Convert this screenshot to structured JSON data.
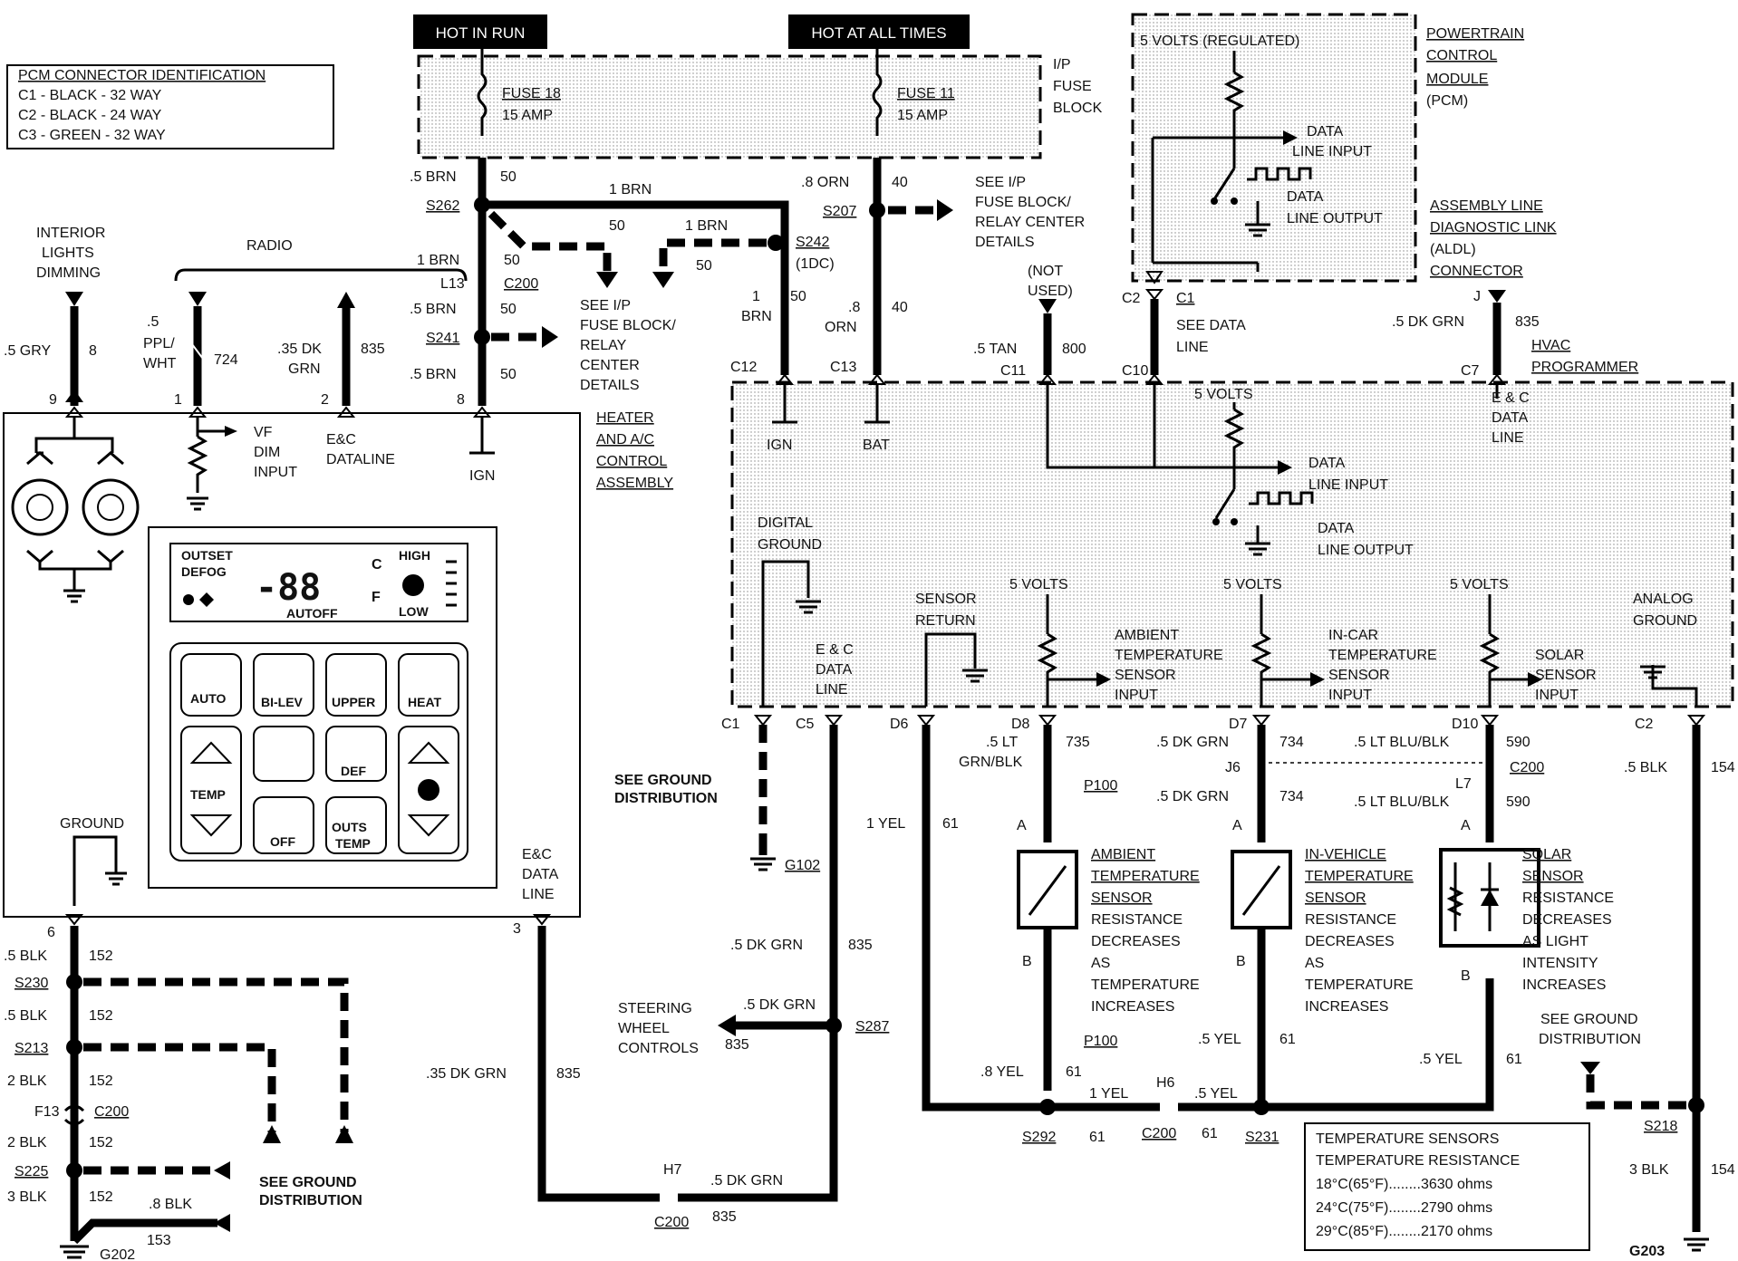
{
  "headers": {
    "hot_in_run": "HOT IN RUN",
    "hot_at_all_times": "HOT AT ALL TIMES"
  },
  "pcm_id": {
    "title": "PCM CONNECTOR IDENTIFICATION",
    "c1": "C1 - BLACK - 32 WAY",
    "c2": "C2 - BLACK - 24 WAY",
    "c3": "C3 - GREEN - 32 WAY"
  },
  "fuse_block": {
    "l1": "I/P",
    "l2": "FUSE",
    "l3": "BLOCK",
    "fuse18_name": "FUSE 18",
    "fuse18_amp": "15 AMP",
    "fuse11_name": "FUSE 11",
    "fuse11_amp": "15 AMP"
  },
  "pcm": {
    "volts": "5 VOLTS (REGULATED)",
    "title1": "POWERTRAIN",
    "title2": "CONTROL",
    "title3": "MODULE",
    "title4": "(PCM)",
    "dli1": "DATA",
    "dli2": "LINE INPUT",
    "dlo1": "DATA",
    "dlo2": "LINE OUTPUT"
  },
  "aldl": {
    "l1": "ASSEMBLY LINE",
    "l2": "DIAGNOSTIC LINK",
    "l3": "(ALDL)",
    "l4": "CONNECTOR"
  },
  "labels": {
    "interior1": "INTERIOR",
    "interior2": "LIGHTS",
    "interior3": "DIMMING",
    "radio": "RADIO",
    "gry": ".5 GRY",
    "n8": "8",
    "ppl1": ".5",
    "ppl2": "PPL/",
    "ppl3": "WHT",
    "n724": "724",
    "dkgrn1": ".35 DK",
    "dkgrn2": "GRN",
    "n835": "835",
    "pin9": "9",
    "pin1": "1",
    "pin2": "2",
    "pin8": "8",
    "vf1": "VF",
    "vf2": "DIM",
    "vf3": "INPUT",
    "ec_dataline1": "E&C",
    "ec_dataline2": "DATALINE",
    "ign": "IGN",
    "brn05": ".5 BRN",
    "n50": "50",
    "s262": "S262",
    "brn1": "1 BRN",
    "l13": "L13",
    "c200": "C200",
    "s241": "S241",
    "s242": "S242",
    "s242b": "(1DC)",
    "brn_1": "1",
    "brn_b": "BRN",
    "see_ip1": "SEE I/P",
    "see_ip2": "FUSE BLOCK/",
    "see_ip3": "RELAY",
    "see_ip4": "CENTER",
    "see_ip5": "DETAILS",
    "heater1": "HEATER",
    "heater2": "AND A/C",
    "heater3": "CONTROL",
    "heater4": "ASSEMBLY",
    "orn08": ".8 ORN",
    "n40": "40",
    "s207": "S207",
    "orn_8": ".8",
    "orn_b": "ORN",
    "c12": "C12",
    "c13": "C13",
    "see_ip_r1": "SEE I/P",
    "see_ip_r2": "FUSE BLOCK/",
    "see_ip_r3": "RELAY CENTER",
    "see_ip_r4": "DETAILS",
    "not_used1": "(NOT",
    "not_used2": "USED)",
    "tan": ".5 TAN",
    "n800": "800",
    "c11": "C11",
    "c2": "C2",
    "c1": "C1",
    "c10": "C10",
    "see_data1": "SEE DATA",
    "see_data2": "LINE",
    "j": "J",
    "dkgrn05": ".5 DK GRN",
    "c7": "C7",
    "hvac1": "HVAC",
    "hvac2": "PROGRAMMER",
    "five_volts": "5 VOLTS",
    "ec_data1": "E & C",
    "ec_data2": "DATA",
    "ec_data3": "LINE",
    "bat": "BAT",
    "digital1": "DIGITAL",
    "digital2": "GROUND",
    "sensor_ret1": "SENSOR",
    "sensor_ret2": "RETURN",
    "amb_in1": "AMBIENT",
    "amb_in2": "TEMPERATURE",
    "amb_in3": "SENSOR",
    "amb_in4": "INPUT",
    "incar_in1": "IN-CAR",
    "incar_in2": "TEMPERATURE",
    "incar_in3": "SENSOR",
    "incar_in4": "INPUT",
    "solar_in1": "SOLAR",
    "solar_in2": "SENSOR",
    "solar_in3": "INPUT",
    "analog1": "ANALOG",
    "analog2": "GROUND",
    "pc1": "C1",
    "pc5": "C5",
    "pd6": "D6",
    "pd8": "D8",
    "pd7": "D7",
    "pd10": "D10",
    "pc2": "C2",
    "ltgrn1": ".5 LT",
    "ltgrn2": "GRN/BLK",
    "n735": "735",
    "p100": "P100",
    "pa": "A",
    "pb": "B",
    "dkgrn734": ".5 DK GRN",
    "n734": "734",
    "j6": "J6",
    "ltblu": ".5 LT BLU/BLK",
    "n590": "590",
    "l7": "L7",
    "blk05": ".5 BLK",
    "n154": "154",
    "see_gnd1": "SEE GROUND",
    "see_gnd2": "DISTRIBUTION",
    "g102": "G102",
    "yel1": "1 YEL",
    "n61": "61",
    "n835b": "835",
    "steer1": "STEERING",
    "steer2": "WHEEL",
    "steer3": "CONTROLS",
    "s287": "S287",
    "dkgrn035": ".35 DK GRN",
    "h7": "H7",
    "ecdl1": "E&C",
    "ecdl2": "DATA",
    "ecdl3": "LINE",
    "pin3": "3",
    "amb1": "AMBIENT",
    "amb2": "TEMPERATURE",
    "amb3": "SENSOR",
    "inv1": "IN-VEHICLE",
    "inv2": "TEMPERATURE",
    "inv3": "SENSOR",
    "sol1": "SOLAR",
    "sol2": "SENSOR",
    "res1": "RESISTANCE",
    "res2": "DECREASES",
    "res3": "AS",
    "res4": "TEMPERATURE",
    "res5": "INCREASES",
    "sres3": "AS LIGHT",
    "sres4": "INTENSITY",
    "yel08": ".8 YEL",
    "yel05": ".5 YEL",
    "h6": "H6",
    "s292": "S292",
    "s231": "S231",
    "s218": "S218",
    "blk3": "3 BLK",
    "g203": "G203",
    "ground": "GROUND",
    "pin6": "6",
    "n152": "152",
    "s230": "S230",
    "s213": "S213",
    "blk2": "2 BLK",
    "f13": "F13",
    "s225": "S225",
    "blk08": ".8 BLK",
    "n153": "153",
    "g202": "G202"
  },
  "control_panel": {
    "outset": "OUTSET",
    "defog": "DEFOG",
    "digits": "-88",
    "c": "C",
    "f": "F",
    "high": "HIGH",
    "low": "LOW",
    "autoff": "AUTOFF",
    "auto": "AUTO",
    "bilev": "BI-LEV",
    "upper": "UPPER",
    "heat": "HEAT",
    "temp": "TEMP",
    "def": "DEF",
    "off": "OFF",
    "outs": "OUTS",
    "outs_temp": "TEMP"
  },
  "temp_table": {
    "title1": "TEMPERATURE SENSORS",
    "title2": "TEMPERATURE RESISTANCE",
    "rows": [
      "18°C(65°F)........3630 ohms",
      "24°C(75°F)........2790 ohms",
      "29°C(85°F)........2170 ohms"
    ]
  }
}
